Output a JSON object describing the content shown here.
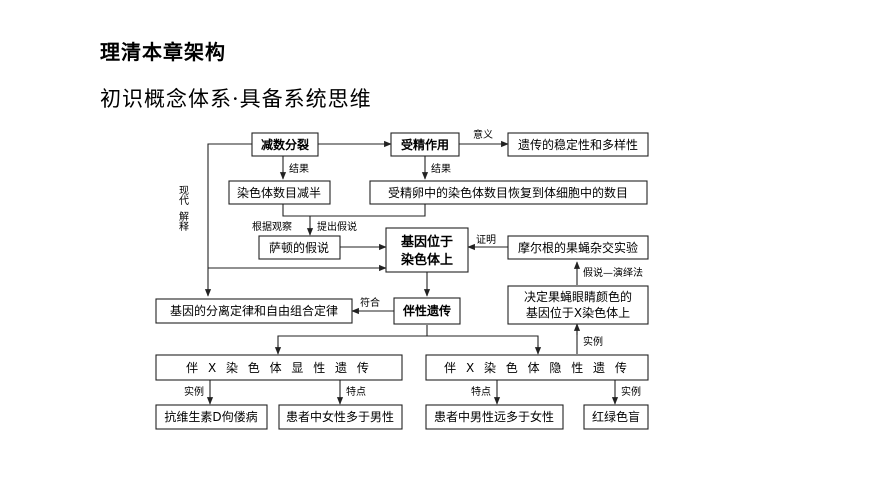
{
  "header": {
    "title": "理清本章架构",
    "subtitle": "初识概念体系·具备系统思维"
  },
  "nodes": {
    "meiosis": "减数分裂",
    "fertilization": "受精作用",
    "stability": "遗传的稳定性和多样性",
    "chromosome_halved": "染色体数目减半",
    "chromosome_restored": "受精卵中的染色体数目恢复到体细胞中的数目",
    "sutton": "萨顿的假说",
    "gene_on_chromosome_line1": "基因位于",
    "gene_on_chromosome_line2": "染色体上",
    "morgan": "摩尔根的果蝇杂交实验",
    "mendel_laws": "基因的分离定律和自由组合定律",
    "sex_linked": "伴性遗传",
    "eye_color_line1": "决定果蝇眼睛颜色的",
    "eye_color_line2": "基因位于X染色体上",
    "x_dominant": "伴 X 染 色 体 显 性 遗 传",
    "x_recessive": "伴 X 染 色 体 隐 性 遗 传",
    "rickets": "抗维生素D佝偻病",
    "female_more": "患者中女性多于男性",
    "male_more": "患者中男性远多于女性",
    "colorblind": "红绿色盲"
  },
  "labels": {
    "meaning": "意义",
    "result_1": "结果",
    "result_2": "结果",
    "modern_line1": "现代",
    "modern_line2": "解释",
    "observe": "根据观察",
    "propose": "提出假说",
    "prove": "证明",
    "hypothesis_deduction": "假说—演绎法",
    "conform": "符合",
    "example_1": "实例",
    "example_2": "实例",
    "example_3": "实例",
    "feature_1": "特点",
    "feature_2": "特点"
  }
}
